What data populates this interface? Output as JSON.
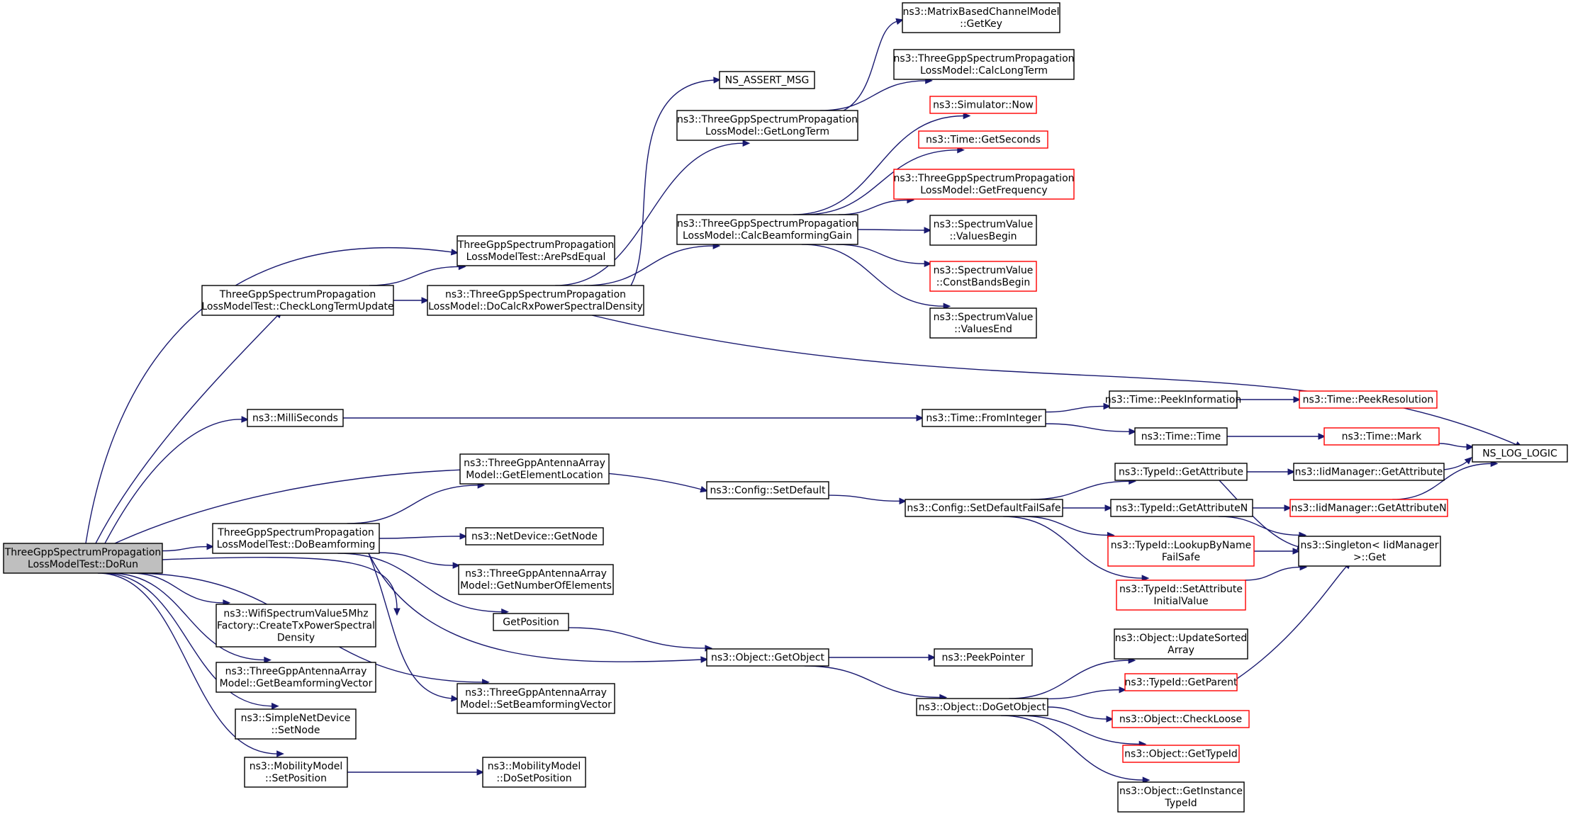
{
  "diagram": {
    "type": "call-graph",
    "colors": {
      "edge": "#191970",
      "node_border": "#000000",
      "node_border_undocumented": "#ff0000",
      "root_fill": "#bfbfbf"
    },
    "nodes": [
      {
        "id": "dorun",
        "lines": [
          "ThreeGppSpectrumPropagation",
          "LossModelTest::DoRun"
        ],
        "style": "root"
      },
      {
        "id": "arepsdequal",
        "lines": [
          "ThreeGppSpectrumPropagation",
          "LossModelTest::ArePsdEqual"
        ],
        "style": "normal"
      },
      {
        "id": "checklongterm",
        "lines": [
          "ThreeGppSpectrumPropagation",
          "LossModelTest::CheckLongTermUpdate"
        ],
        "style": "normal"
      },
      {
        "id": "docalcrx",
        "lines": [
          "ns3::ThreeGppSpectrumPropagation",
          "LossModel::DoCalcRxPowerSpectralDensity"
        ],
        "style": "normal"
      },
      {
        "id": "nsassert",
        "lines": [
          "NS_ASSERT_MSG"
        ],
        "style": "normal"
      },
      {
        "id": "getlongterm",
        "lines": [
          "ns3::ThreeGppSpectrumPropagation",
          "LossModel::GetLongTerm"
        ],
        "style": "normal"
      },
      {
        "id": "getkey",
        "lines": [
          "ns3::MatrixBasedChannelModel",
          "::GetKey"
        ],
        "style": "normal"
      },
      {
        "id": "calclongterm",
        "lines": [
          "ns3::ThreeGppSpectrumPropagation",
          "LossModel::CalcLongTerm"
        ],
        "style": "normal"
      },
      {
        "id": "calcbeam",
        "lines": [
          "ns3::ThreeGppSpectrumPropagation",
          "LossModel::CalcBeamformingGain"
        ],
        "style": "normal"
      },
      {
        "id": "simnow",
        "lines": [
          "ns3::Simulator::Now"
        ],
        "style": "red"
      },
      {
        "id": "getseconds",
        "lines": [
          "ns3::Time::GetSeconds"
        ],
        "style": "red"
      },
      {
        "id": "getfrequency",
        "lines": [
          "ns3::ThreeGppSpectrumPropagation",
          "LossModel::GetFrequency"
        ],
        "style": "red"
      },
      {
        "id": "valuesbegin",
        "lines": [
          "ns3::SpectrumValue",
          "::ValuesBegin"
        ],
        "style": "normal"
      },
      {
        "id": "constbands",
        "lines": [
          "ns3::SpectrumValue",
          "::ConstBandsBegin"
        ],
        "style": "red"
      },
      {
        "id": "valuesend",
        "lines": [
          "ns3::SpectrumValue",
          "::ValuesEnd"
        ],
        "style": "normal"
      },
      {
        "id": "milliseconds",
        "lines": [
          "ns3::MilliSeconds"
        ],
        "style": "normal"
      },
      {
        "id": "frominteger",
        "lines": [
          "ns3::Time::FromInteger"
        ],
        "style": "normal"
      },
      {
        "id": "peekinfo",
        "lines": [
          "ns3::Time::PeekInformation"
        ],
        "style": "normal"
      },
      {
        "id": "peekres",
        "lines": [
          "ns3::Time::PeekResolution"
        ],
        "style": "red"
      },
      {
        "id": "timetime",
        "lines": [
          "ns3::Time::Time"
        ],
        "style": "normal"
      },
      {
        "id": "timemark",
        "lines": [
          "ns3::Time::Mark"
        ],
        "style": "red"
      },
      {
        "id": "nsloglogic",
        "lines": [
          "NS_LOG_LOGIC"
        ],
        "style": "normal"
      },
      {
        "id": "setdefault",
        "lines": [
          "ns3::Config::SetDefault"
        ],
        "style": "normal"
      },
      {
        "id": "setdefaultfs",
        "lines": [
          "ns3::Config::SetDefaultFailSafe"
        ],
        "style": "normal"
      },
      {
        "id": "tidgetattr",
        "lines": [
          "ns3::TypeId::GetAttribute"
        ],
        "style": "normal"
      },
      {
        "id": "iidgetattr",
        "lines": [
          "ns3::IidManager::GetAttribute"
        ],
        "style": "normal"
      },
      {
        "id": "tidgetattrn",
        "lines": [
          "ns3::TypeId::GetAttributeN"
        ],
        "style": "normal"
      },
      {
        "id": "iidgetattrn",
        "lines": [
          "ns3::IidManager::GetAttributeN"
        ],
        "style": "red"
      },
      {
        "id": "lookupbyname",
        "lines": [
          "ns3::TypeId::LookupByName",
          "FailSafe"
        ],
        "style": "red"
      },
      {
        "id": "singleton",
        "lines": [
          "ns3::Singleton< IidManager",
          ">::Get"
        ],
        "style": "normal"
      },
      {
        "id": "setattrinit",
        "lines": [
          "ns3::TypeId::SetAttribute",
          "InitialValue"
        ],
        "style": "red"
      },
      {
        "id": "dobeamforming",
        "lines": [
          "ThreeGppSpectrumPropagation",
          "LossModelTest::DoBeamforming"
        ],
        "style": "normal"
      },
      {
        "id": "getelemloc",
        "lines": [
          "ns3::ThreeGppAntennaArray",
          "Model::GetElementLocation"
        ],
        "style": "normal"
      },
      {
        "id": "netdevgetnode",
        "lines": [
          "ns3::NetDevice::GetNode"
        ],
        "style": "normal"
      },
      {
        "id": "getnumelem",
        "lines": [
          "ns3::ThreeGppAntennaArray",
          "Model::GetNumberOfElements"
        ],
        "style": "normal"
      },
      {
        "id": "getposition",
        "lines": [
          "GetPosition"
        ],
        "style": "normal"
      },
      {
        "id": "getobject",
        "lines": [
          "ns3::Object::GetObject"
        ],
        "style": "normal"
      },
      {
        "id": "peekpointer",
        "lines": [
          "ns3::PeekPointer"
        ],
        "style": "normal"
      },
      {
        "id": "setbeamvec",
        "lines": [
          "ns3::ThreeGppAntennaArray",
          "Model::SetBeamformingVector"
        ],
        "style": "normal"
      },
      {
        "id": "wifispectrum",
        "lines": [
          "ns3::WifiSpectrumValue5Mhz",
          "Factory::CreateTxPowerSpectral",
          "Density"
        ],
        "style": "normal"
      },
      {
        "id": "getbeamvec",
        "lines": [
          "ns3::ThreeGppAntennaArray",
          "Model::GetBeamformingVector"
        ],
        "style": "normal"
      },
      {
        "id": "simplenetdev",
        "lines": [
          "ns3::SimpleNetDevice",
          "::SetNode"
        ],
        "style": "normal"
      },
      {
        "id": "mobsetpos",
        "lines": [
          "ns3::MobilityModel",
          "::SetPosition"
        ],
        "style": "normal"
      },
      {
        "id": "mobdosetpos",
        "lines": [
          "ns3::MobilityModel",
          "::DoSetPosition"
        ],
        "style": "normal"
      },
      {
        "id": "updatesorted",
        "lines": [
          "ns3::Object::UpdateSorted",
          "Array"
        ],
        "style": "normal"
      },
      {
        "id": "dogetobject",
        "lines": [
          "ns3::Object::DoGetObject"
        ],
        "style": "normal"
      },
      {
        "id": "tidgetparent",
        "lines": [
          "ns3::TypeId::GetParent"
        ],
        "style": "red"
      },
      {
        "id": "checkloose",
        "lines": [
          "ns3::Object::CheckLoose"
        ],
        "style": "red"
      },
      {
        "id": "objgettypeid",
        "lines": [
          "ns3::Object::GetTypeId"
        ],
        "style": "red"
      },
      {
        "id": "getinstance",
        "lines": [
          "ns3::Object::GetInstance",
          "TypeId"
        ],
        "style": "normal"
      }
    ],
    "edges": [
      [
        "dorun",
        "arepsdequal"
      ],
      [
        "dorun",
        "checklongterm"
      ],
      [
        "dorun",
        "milliseconds"
      ],
      [
        "dorun",
        "setdefault"
      ],
      [
        "dorun",
        "dobeamforming"
      ],
      [
        "dorun",
        "getobject"
      ],
      [
        "dorun",
        "wifispectrum"
      ],
      [
        "dorun",
        "getbeamvec"
      ],
      [
        "dorun",
        "simplenetdev"
      ],
      [
        "dorun",
        "mobsetpos"
      ],
      [
        "dorun",
        "setbeamvec"
      ],
      [
        "checklongterm",
        "arepsdequal"
      ],
      [
        "checklongterm",
        "docalcrx"
      ],
      [
        "docalcrx",
        "nsassert"
      ],
      [
        "docalcrx",
        "getlongterm"
      ],
      [
        "docalcrx",
        "calcbeam"
      ],
      [
        "docalcrx",
        "nsloglogic"
      ],
      [
        "getlongterm",
        "getkey"
      ],
      [
        "getlongterm",
        "calclongterm"
      ],
      [
        "calcbeam",
        "simnow"
      ],
      [
        "calcbeam",
        "getseconds"
      ],
      [
        "calcbeam",
        "getfrequency"
      ],
      [
        "calcbeam",
        "valuesbegin"
      ],
      [
        "calcbeam",
        "constbands"
      ],
      [
        "calcbeam",
        "valuesend"
      ],
      [
        "milliseconds",
        "frominteger"
      ],
      [
        "frominteger",
        "peekinfo"
      ],
      [
        "frominteger",
        "timetime"
      ],
      [
        "peekinfo",
        "peekres"
      ],
      [
        "timetime",
        "timemark"
      ],
      [
        "timemark",
        "nsloglogic"
      ],
      [
        "setdefault",
        "setdefaultfs"
      ],
      [
        "setdefaultfs",
        "tidgetattr"
      ],
      [
        "setdefaultfs",
        "tidgetattrn"
      ],
      [
        "setdefaultfs",
        "lookupbyname"
      ],
      [
        "setdefaultfs",
        "setattrinit"
      ],
      [
        "tidgetattr",
        "iidgetattr"
      ],
      [
        "tidgetattr",
        "singleton"
      ],
      [
        "iidgetattr",
        "nsloglogic"
      ],
      [
        "tidgetattrn",
        "iidgetattrn"
      ],
      [
        "tidgetattrn",
        "singleton"
      ],
      [
        "iidgetattrn",
        "nsloglogic"
      ],
      [
        "lookupbyname",
        "singleton"
      ],
      [
        "setattrinit",
        "singleton"
      ],
      [
        "dobeamforming",
        "getelemloc"
      ],
      [
        "dobeamforming",
        "netdevgetnode"
      ],
      [
        "dobeamforming",
        "getnumelem"
      ],
      [
        "dobeamforming",
        "getposition"
      ],
      [
        "dobeamforming",
        "getobject"
      ],
      [
        "dobeamforming",
        "setbeamvec"
      ],
      [
        "getposition",
        "getobject"
      ],
      [
        "getobject",
        "peekpointer"
      ],
      [
        "getobject",
        "dogetobject"
      ],
      [
        "mobsetpos",
        "mobdosetpos"
      ],
      [
        "dogetobject",
        "updatesorted"
      ],
      [
        "dogetobject",
        "tidgetparent"
      ],
      [
        "dogetobject",
        "checkloose"
      ],
      [
        "dogetobject",
        "objgettypeid"
      ],
      [
        "dogetobject",
        "getinstance"
      ],
      [
        "tidgetparent",
        "singleton"
      ]
    ]
  }
}
